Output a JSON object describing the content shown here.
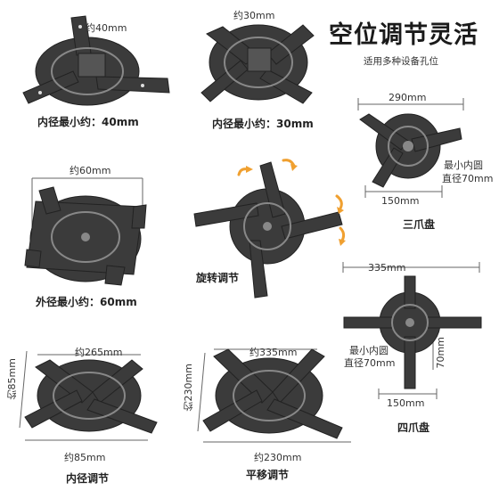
{
  "header": {
    "title": "空位调节灵活",
    "subtitle": "适用多种设备孔位"
  },
  "panels": {
    "p1": {
      "dim": "约40mm",
      "caption": "内径最小约：40mm"
    },
    "p2": {
      "dim": "约30mm",
      "caption": "内径最小约：30mm"
    },
    "p3": {
      "dim_top": "290mm",
      "dim_bottom": "150mm",
      "note_line1": "最小内圆",
      "note_line2": "直径70mm",
      "caption": "三爪盘"
    },
    "p4": {
      "dim": "约60mm",
      "caption": "外径最小约：60mm"
    },
    "p5": {
      "caption": "旋转调节"
    },
    "p6": {
      "dim_top": "335mm",
      "dim_bottom": "150mm",
      "dim_side": "70mm",
      "note_line1": "最小内圆",
      "note_line2": "直径70mm",
      "caption": "四爪盘"
    },
    "p7": {
      "dim_top": "约265mm",
      "dim_side": "约85mm",
      "dim_bottom": "约85mm",
      "caption": "内径调节"
    },
    "p8": {
      "dim_top": "约335mm",
      "dim_side": "约230mm",
      "dim_bottom": "约230mm",
      "caption": "平移调节"
    }
  },
  "colors": {
    "metal": "#3b3b3b",
    "metal_dark": "#262626",
    "arrow": "#f0a030",
    "line": "#666666"
  }
}
